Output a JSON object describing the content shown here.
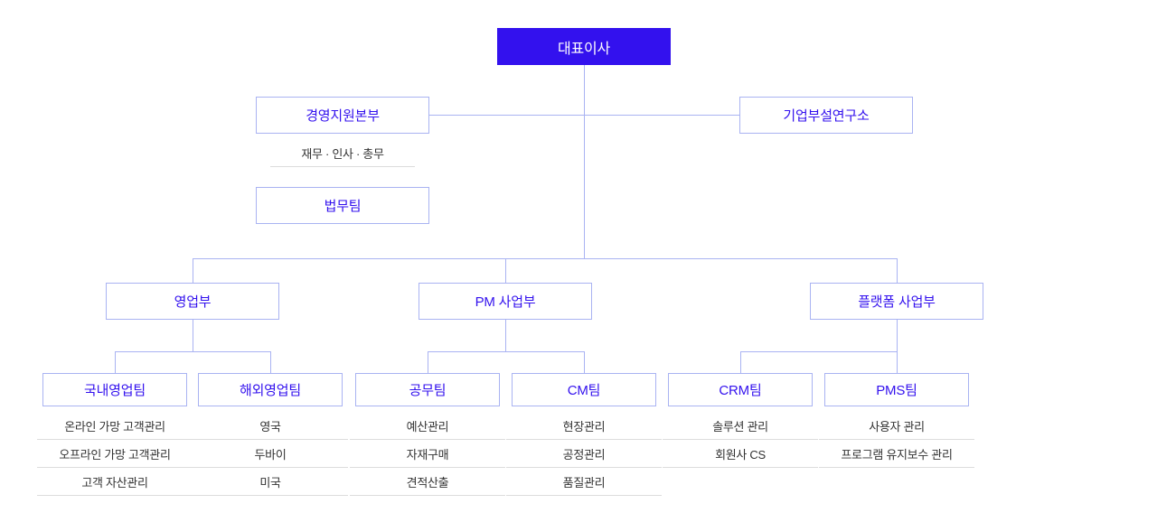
{
  "chart": {
    "type": "org-chart",
    "title": "",
    "root": {
      "label": "대표이사"
    },
    "staff": [
      {
        "label": "경영지원본부",
        "subitems": [
          "재무 · 인사 · 총무"
        ]
      },
      {
        "label": "기업부설연구소",
        "subitems": []
      },
      {
        "label": "법무팀",
        "subitems": []
      }
    ],
    "divisions": [
      {
        "label": "영업부",
        "teams": [
          {
            "label": "국내영업팀",
            "subitems": [
              "온라인 가망 고객관리",
              "오프라인 가망 고객관리",
              "고객 자산관리"
            ]
          },
          {
            "label": "해외영업팀",
            "subitems": [
              "영국",
              "두바이",
              "미국"
            ]
          }
        ]
      },
      {
        "label": "PM 사업부",
        "teams": [
          {
            "label": "공무팀",
            "subitems": [
              "예산관리",
              "자재구매",
              "견적산출"
            ]
          },
          {
            "label": "CM팀",
            "subitems": [
              "현장관리",
              "공정관리",
              "품질관리"
            ]
          }
        ]
      },
      {
        "label": "플랫폼 사업부",
        "teams": [
          {
            "label": "CRM팀",
            "subitems": [
              "솔루션 관리",
              "회원사 CS"
            ]
          },
          {
            "label": "PMS팀",
            "subitems": [
              "사용자 관리",
              "프로그램 유지보수 관리"
            ]
          }
        ]
      }
    ],
    "colors": {
      "root_fill": "#3311ee",
      "root_text": "#ffffff",
      "box_border": "#a9b3f2",
      "box_text": "#3311ee",
      "line": "#a9b3f2",
      "subitem_text": "#333333",
      "subitem_rule": "#dcdcdc",
      "background": "#ffffff"
    }
  }
}
